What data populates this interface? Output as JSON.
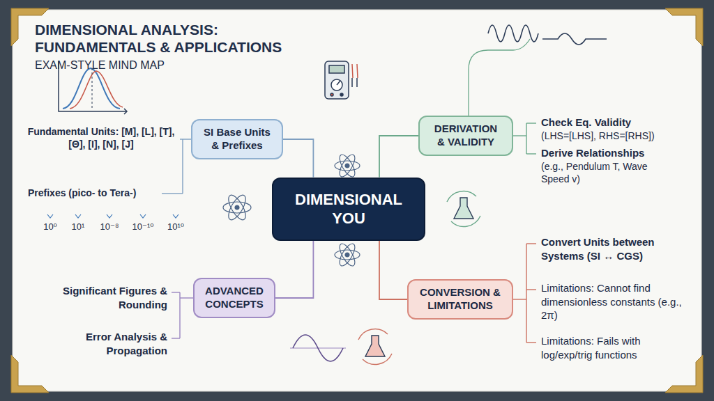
{
  "diagram": {
    "title": "DIMENSIONAL ANALYSIS: FUNDAMENTALS & APPLICATIONS",
    "nodes": [
      {
        "text": [
          "SI Base Units & Prefixes"
        ]
      },
      {
        "text": [
          "DERIVATION & VALIDITY"
        ]
      },
      {
        "text": [
          "DIMENSIONAL YOU"
        ]
      },
      {
        "text": [
          "ADVANCED CONCEPTS"
        ]
      },
      {
        "text": [
          "CONVERSION & LIMITATIONS"
        ]
      }
    ],
    "edges": [
      {
        "from": 2,
        "to": 0,
        "arrow": "none"
      },
      {
        "from": 2,
        "to": 1,
        "arrow": "none"
      },
      {
        "from": 2,
        "to": 3,
        "arrow": "none"
      },
      {
        "from": 2,
        "to": 4,
        "arrow": "none"
      }
    ],
    "labels": [
      "EXAM-STYLE MIND MAP",
      "Fundamental Units: [M], [L], [T], [Θ], [I], [N], [J]",
      "Prefixes (pico- to Tera-)",
      "10⁰",
      "10¹",
      "10⁻⁸",
      "10⁻¹⁰",
      "10¹⁰",
      "Check Eq. Validity",
      "(LHS=[LHS], RHS=[RHS])",
      "Derive Relationships",
      "(e.g., Pendulum T, Wave Speed v)",
      "Convert Units between Systems (SI ↔ CGS)",
      "Limitations: Cannot find dimensionless constants (e.g., 2π)",
      "Limitations: Fails with log/exp/trig functions",
      "Significant Figures & Rounding",
      "Error Analysis & Propagation"
    ]
  }
}
